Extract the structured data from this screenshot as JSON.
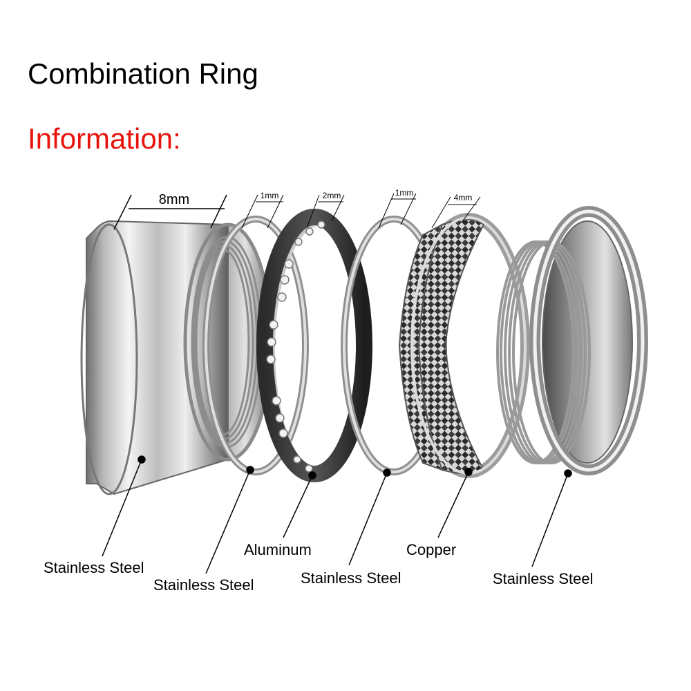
{
  "header": {
    "title": "Combination Ring",
    "subtitle": "Information:",
    "subtitle_color": "#e8140c"
  },
  "dimensions": [
    {
      "text": "8mm"
    },
    {
      "text": "1mm"
    },
    {
      "text": "2mm"
    },
    {
      "text": "1mm"
    },
    {
      "text": "4mm"
    }
  ],
  "materials": [
    {
      "text": "Stainless Steel"
    },
    {
      "text": "Stainless Steel"
    },
    {
      "text": "Aluminum"
    },
    {
      "text": "Stainless Steel"
    },
    {
      "text": "Copper"
    },
    {
      "text": "Stainless Steel"
    }
  ]
}
